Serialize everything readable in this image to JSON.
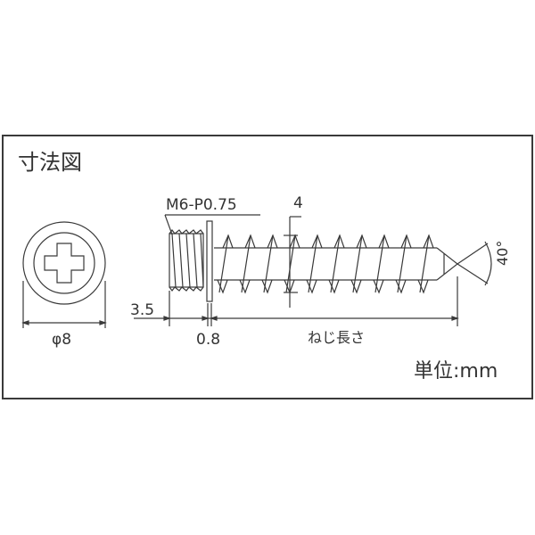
{
  "title": "寸法図",
  "unit_label": "単位:mm",
  "head_view": {
    "diameter_label": "φ8",
    "drive": "phillips-cross"
  },
  "side_view": {
    "thread_spec_label": "M6-P0.75",
    "major_diameter_label": "4",
    "point_angle_label": "40°",
    "head_thread_length_label": "3.5",
    "flange_thickness_label": "0.8",
    "screw_length_label": "ねじ長さ"
  },
  "colors": {
    "line": "#3a3a3a",
    "text": "#333333",
    "background": "#ffffff"
  }
}
